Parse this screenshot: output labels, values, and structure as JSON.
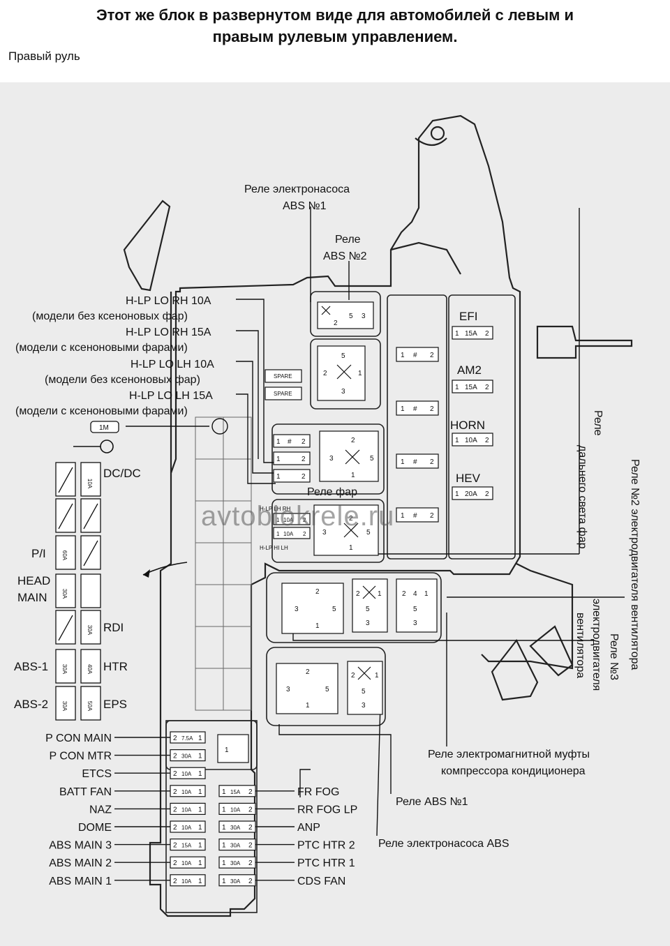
{
  "header": {
    "line1": "Этот же блок в развернутом виде для автомобилей с левым и",
    "line2": "правым рулевым управлением.",
    "subtitle": "Правый руль"
  },
  "watermark": "avtoblokrele.ru",
  "labels": {
    "relay_pump_abs1_a": "Реле электронасоса",
    "relay_pump_abs1_b": "ABS №1",
    "relay_abs2_a": "Реле",
    "relay_abs2_b": "ABS №2",
    "hlp_lo_rh10": "H-LP LO RH 10A",
    "hlp_lo_rh10_note": "(модели без ксеноновых фар)",
    "hlp_lo_rh15": "H-LP LO RH 15A",
    "hlp_lo_rh15_note": "(модели с ксеноновыми фарами)",
    "hlp_lo_lh10": "H-LP LO LH 10A",
    "hlp_lo_lh10_note": "(модели без ксеноновых фар)",
    "hlp_lo_lh15": "H-LP LO LH 15A",
    "hlp_lo_lh15_note": "(модели с ксеноновыми фарами)",
    "dcdc": "DC/DC",
    "pi": "P/I",
    "head_main_a": "HEAD",
    "head_main_b": "MAIN",
    "rdi": "RDI",
    "abs1": "ABS-1",
    "htr": "HTR",
    "abs2": "ABS-2",
    "eps": "EPS",
    "relay_headlights": "Реле фар",
    "efi": "EFI",
    "am2": "AM2",
    "horn": "HORN",
    "hev": "HEV",
    "spare": "SPARE",
    "m1": "1M",
    "hlp_hi_header": "H-LP LH RH",
    "hlp_hi_footer": "H-LP HI LH",
    "vert_high_beam_a": "Реле",
    "vert_high_beam_b": "дальнего света фар",
    "vert_fan2_a": "Реле №2 электродвигателя вентилятора",
    "vert_fan3_a": "Реле №3",
    "vert_fan3_b": "электродвигателя",
    "vert_fan3_c": "вентилятора",
    "relay_ac_clutch_a": "Реле электромагнитной муфты",
    "relay_ac_clutch_b": "компрессора кондиционера",
    "relay_abs1": "Реле ABS №1",
    "relay_pump_abs": "Реле электронасоса ABS"
  },
  "fuse_labels_left": [
    {
      "name": "P CON MAIN",
      "rating": "7.5A"
    },
    {
      "name": "P CON MTR",
      "rating": "30A"
    },
    {
      "name": "ETCS",
      "rating": "10A"
    },
    {
      "name": "BATT FAN",
      "rating": "10A"
    },
    {
      "name": "NAZ",
      "rating": "10A"
    },
    {
      "name": "DOME",
      "rating": "10A"
    },
    {
      "name": "ABS MAIN 3",
      "rating": "15A"
    },
    {
      "name": "ABS MAIN 2",
      "rating": "10A"
    },
    {
      "name": "ABS MAIN 1",
      "rating": "10A"
    }
  ],
  "fuse_labels_right": [
    {
      "name": "FR FOG",
      "rating": "15A"
    },
    {
      "name": "RR FOG LP",
      "rating": "10A"
    },
    {
      "name": "ANP",
      "rating": "30A"
    },
    {
      "name": "PTC HTR 2",
      "rating": "30A"
    },
    {
      "name": "PTC HTR 1",
      "rating": "30A"
    },
    {
      "name": "CDS FAN",
      "rating": "30A"
    }
  ],
  "fusible_links": {
    "dcdc": "10A",
    "pi": "60A",
    "head_main": "30A",
    "rdi": "30A",
    "abs1": "30A",
    "htr": "40A",
    "abs2": "30A",
    "eps": "50A"
  },
  "top_fuses": {
    "efi": "15A",
    "am2": "15A",
    "horn": "10A",
    "hev": "20A"
  },
  "hlp_fuses": {
    "f1": "10A",
    "f2": "10A"
  },
  "pins": {
    "one": "1",
    "two": "2",
    "three": "3",
    "four": "4",
    "five": "5",
    "hash": "#"
  }
}
